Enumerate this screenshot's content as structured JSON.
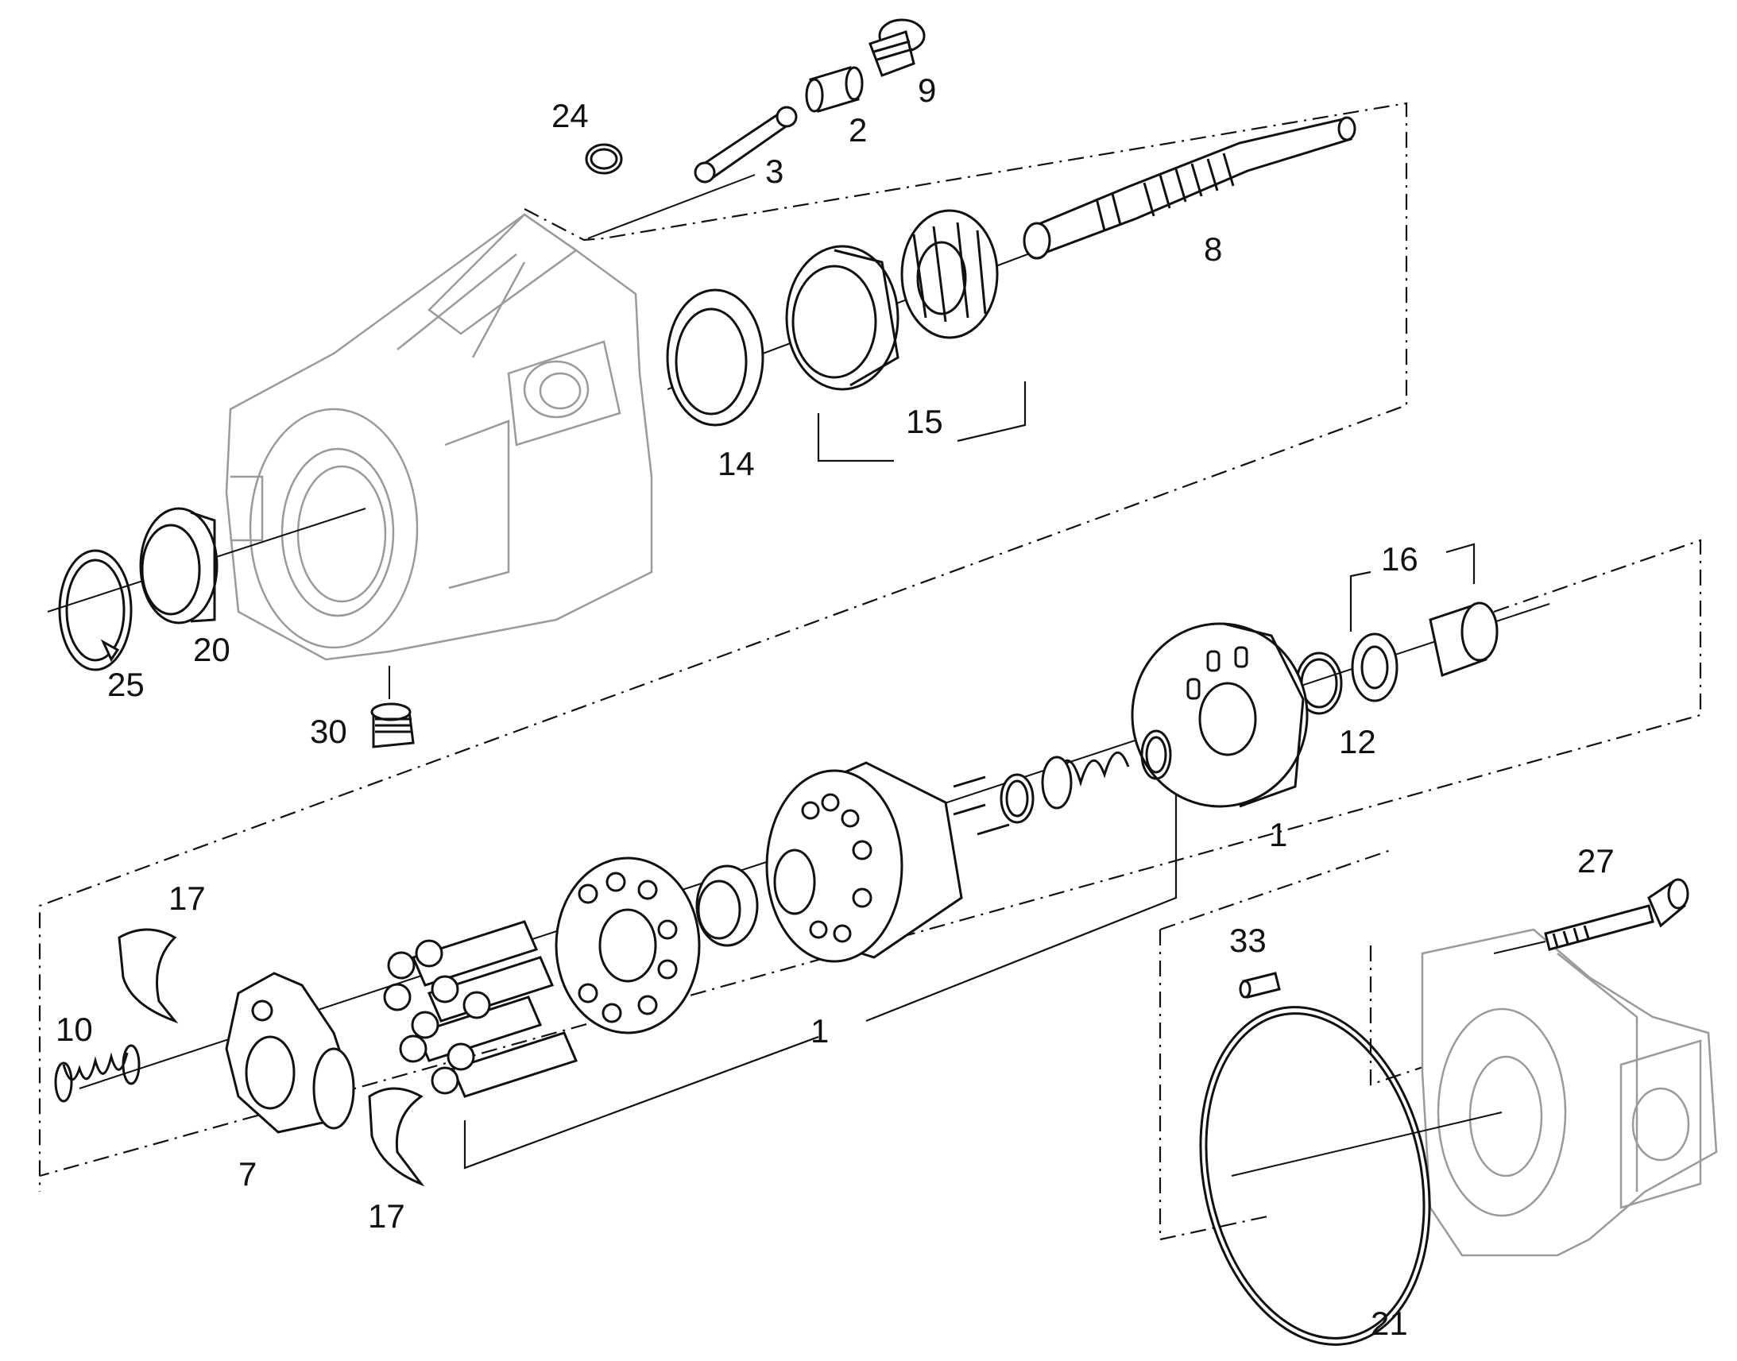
{
  "parts": {
    "p24": "24",
    "p3": "3",
    "p2": "2",
    "p9": "9",
    "p8": "8",
    "p14": "14",
    "p15": "15",
    "p20": "20",
    "p25": "25",
    "p30": "30",
    "p16": "16",
    "p12": "12",
    "p1_upper": "1",
    "p1_lower": "1",
    "p17_top": "17",
    "p17_bottom": "17",
    "p10": "10",
    "p7": "7",
    "p27": "27",
    "p33": "33",
    "p21": "21"
  }
}
